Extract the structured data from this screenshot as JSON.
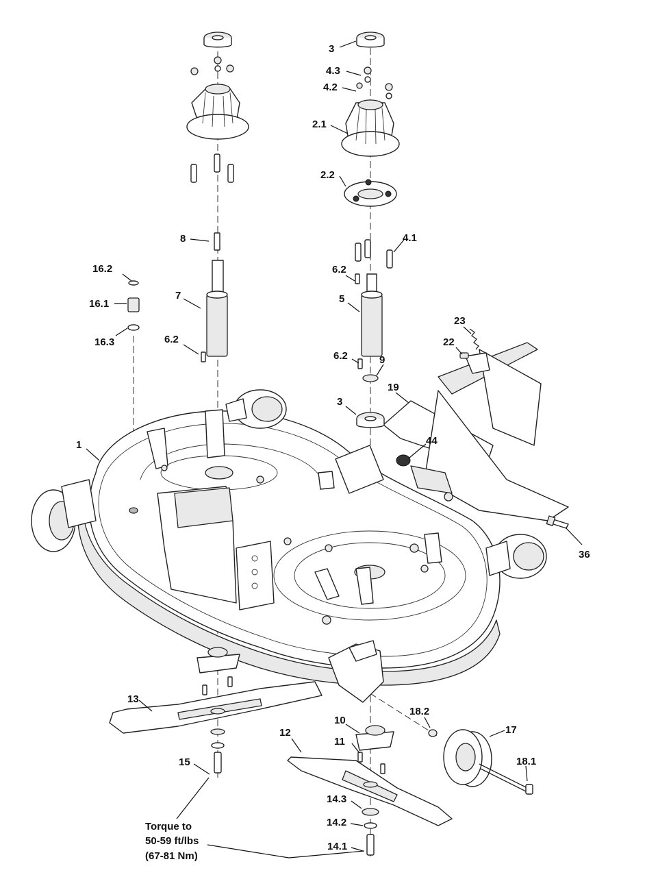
{
  "callouts": [
    {
      "id": "l3a",
      "text": "3"
    },
    {
      "id": "l43",
      "text": "4.3"
    },
    {
      "id": "l42",
      "text": "4.2"
    },
    {
      "id": "l21",
      "text": "2.1"
    },
    {
      "id": "l22",
      "text": "2.2"
    },
    {
      "id": "l41",
      "text": "4.1"
    },
    {
      "id": "l8",
      "text": "8"
    },
    {
      "id": "l162",
      "text": "16.2"
    },
    {
      "id": "l161",
      "text": "16.1"
    },
    {
      "id": "l163",
      "text": "16.3"
    },
    {
      "id": "l7",
      "text": "7"
    },
    {
      "id": "l62a",
      "text": "6.2"
    },
    {
      "id": "l62b",
      "text": "6.2"
    },
    {
      "id": "l5",
      "text": "5"
    },
    {
      "id": "l62c",
      "text": "6.2"
    },
    {
      "id": "l9",
      "text": "9"
    },
    {
      "id": "l23",
      "text": "23"
    },
    {
      "id": "l22b",
      "text": "22"
    },
    {
      "id": "l3b",
      "text": "3"
    },
    {
      "id": "l19",
      "text": "19"
    },
    {
      "id": "l1",
      "text": "1"
    },
    {
      "id": "l44",
      "text": "44"
    },
    {
      "id": "l36",
      "text": "36"
    },
    {
      "id": "l13",
      "text": "13"
    },
    {
      "id": "l10",
      "text": "10"
    },
    {
      "id": "l182",
      "text": "18.2"
    },
    {
      "id": "l17",
      "text": "17"
    },
    {
      "id": "l12",
      "text": "12"
    },
    {
      "id": "l11",
      "text": "11"
    },
    {
      "id": "l15",
      "text": "15"
    },
    {
      "id": "l181",
      "text": "18.1"
    },
    {
      "id": "l143",
      "text": "14.3"
    },
    {
      "id": "l142",
      "text": "14.2"
    },
    {
      "id": "l141",
      "text": "14.1"
    }
  ],
  "torque_note": [
    "Torque to",
    "50-59 ft/lbs",
    "(67-81 Nm)"
  ]
}
